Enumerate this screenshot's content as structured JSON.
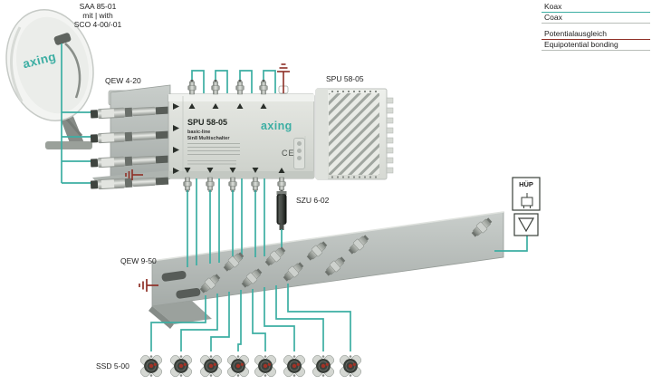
{
  "colors": {
    "coax": "#3CAEA3",
    "bonding": "#8E2F26",
    "brand_teal": "#3CAEA3"
  },
  "legend": {
    "koax": "Koax",
    "coax": "Coax",
    "potentialausgleich": "Potentialausgleich",
    "equipotential": "Equipotential bonding"
  },
  "labels": {
    "dish_line1": "SAA 85-01",
    "dish_line2": "mit | with",
    "dish_line3": "SCO 4-00/-01",
    "qew420": "QEW 4-20",
    "psu": "SPU 58-05",
    "szu": "SZU 6-02",
    "qew950": "QEW 9-50",
    "ssd": "SSD 5-00",
    "hup": "HÜP"
  },
  "device": {
    "model": "SPU 58-05",
    "series": "basic-line",
    "type": "5in8 Multischalter",
    "brand": "axing",
    "ce_mark": "CE"
  },
  "dish": {
    "brand": "axing"
  }
}
